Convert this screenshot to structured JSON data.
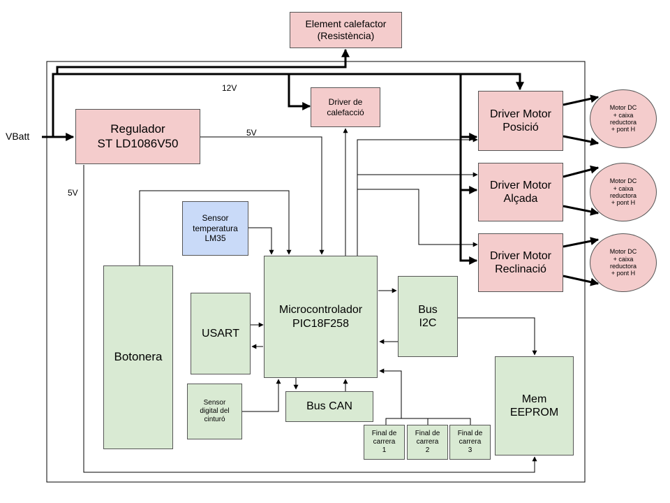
{
  "blocks": {
    "heater_element": "Element calefactor\n(Resistència)",
    "regulator": "Regulador\nST LD1086V50",
    "heater_driver": "Driver de\ncalefacció",
    "motor_driver_position": "Driver Motor\nPosició",
    "motor_driver_height": "Driver Motor\nAlçada",
    "motor_driver_recline": "Driver Motor\nReclinació",
    "temp_sensor": "Sensor\ntemperatura\nLM35",
    "microcontroller": "Microcontrolador\nPIC18F258",
    "i2c_bus": "Bus\nI2C",
    "usart": "USART",
    "keypad": "Botonera",
    "seatbelt_sensor": "Sensor\ndigital del\ncinturó",
    "can_bus": "Bus CAN",
    "limit_switch_1": "Final de\ncarrera\n1",
    "limit_switch_2": "Final de\ncarrera\n2",
    "limit_switch_3": "Final de\ncarrera\n3",
    "eeprom": "Mem\nEEPROM",
    "motor_1": "Motor DC\n+ caixa\nreductora\n+ pont H",
    "motor_2": "Motor DC\n+ caixa\nreductora\n+ pont H",
    "motor_3": "Motor DC\n+ caixa\nreductora\n+ pont H"
  },
  "labels": {
    "vbatt": "VBatt",
    "v12": "12V",
    "v5_top": "5V",
    "v5_left": "5V"
  },
  "colors": {
    "power_block": "#f4cccc",
    "logic_block": "#d9ead3",
    "sensor_block": "#c9daf8"
  }
}
